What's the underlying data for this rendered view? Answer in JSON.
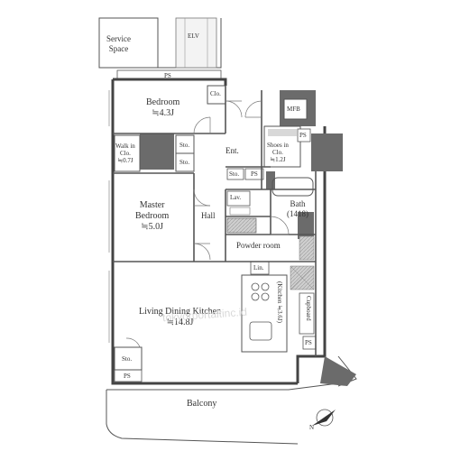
{
  "rooms": {
    "service_space": [
      "Service",
      "Space"
    ],
    "elv": "ELV",
    "ps": "PS",
    "bedroom": "Bedroom",
    "bedroom_size": "≒4.3J",
    "clo": "Clo.",
    "mfb": "MFB",
    "walk_in": [
      "Walk in",
      "Clo.",
      "≒0.7J"
    ],
    "sto": "Sto.",
    "ent": "Ent.",
    "shoes_in": [
      "Shoes in",
      "Clo.",
      "≒1.2J"
    ],
    "lav": "Lav.",
    "master": [
      "Master",
      "Bedroom",
      "≒5.0J"
    ],
    "hall": "Hall",
    "bath": [
      "Bath",
      "(1418)"
    ],
    "powder": "Powder room",
    "lin": "Lin.",
    "kitchen": "(Kitchen ≒3.6J)",
    "cupboard": "Cupboard",
    "ldk": "Living Dining Kitchen",
    "ldk_size": "≒14.8J",
    "balcony": "Balcony"
  },
  "compass": "N",
  "watermark": "tokyorportaltinc.id"
}
